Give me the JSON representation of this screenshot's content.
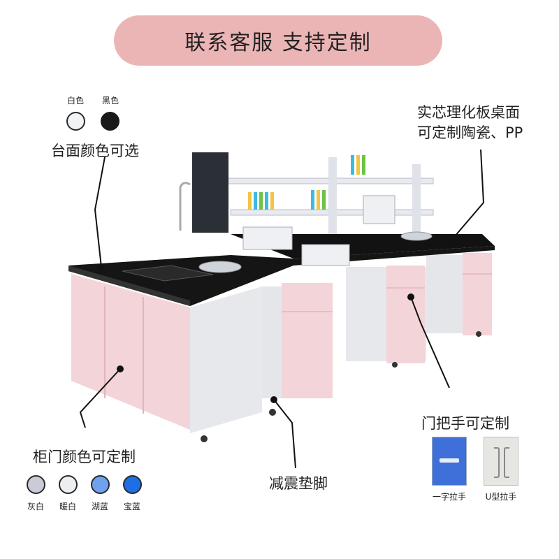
{
  "banner": {
    "text": "联系客服 支持定制"
  },
  "top_colors": {
    "title": "台面颜色可选",
    "options": [
      {
        "name": "白色",
        "color": "#f2f3f5"
      },
      {
        "name": "黑色",
        "color": "#1a1a1a"
      }
    ]
  },
  "countertop_note": {
    "line1": "实芯理化板桌面",
    "line2": "可定制陶瓷、PP"
  },
  "door_colors": {
    "title": "柜门颜色可定制",
    "options": [
      {
        "name": "灰白",
        "color": "#c9ccd6"
      },
      {
        "name": "暖白",
        "color": "#eceef0"
      },
      {
        "name": "湖蓝",
        "color": "#6ea2ec"
      },
      {
        "name": "宝蓝",
        "color": "#1e6fe6"
      }
    ]
  },
  "feet_note": {
    "text": "减震垫脚"
  },
  "handles": {
    "title": "门把手可定制",
    "options": [
      {
        "name": "一字拉手",
        "color": "#3f6fd8"
      },
      {
        "name": "U型拉手",
        "color": "#e6e6e2"
      }
    ]
  },
  "colors": {
    "cabinet_pink": "#f3d4d8",
    "top_black": "#111111",
    "frame_gray": "#e4e6ea"
  }
}
